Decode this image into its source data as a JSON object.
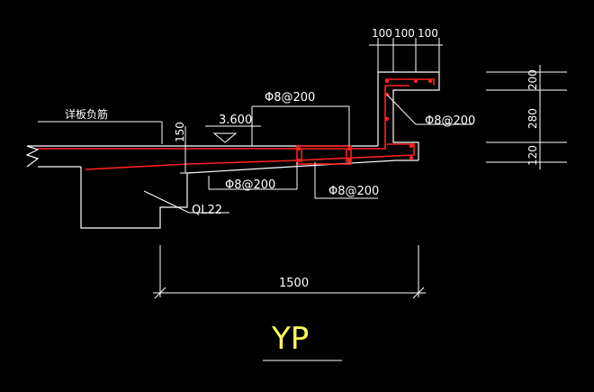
{
  "title": "YP",
  "note_cn": "详板负筋",
  "elevation": "3.600",
  "beam": "QL22",
  "rebar": {
    "top": "Φ8@200",
    "parapet": "Φ8@200",
    "bottom": "Φ8@200",
    "stirrup": "Φ8@200"
  },
  "dims": {
    "span": "1500",
    "thickness": "150",
    "top_w1": "100",
    "top_w2": "100",
    "top_w3": "100",
    "side_h1": "200",
    "side_h2": "280",
    "side_h3": "120"
  },
  "colors": {
    "line": "#ffffff",
    "rebar": "#ff2020",
    "title": "#ffff55",
    "background": "#000000"
  }
}
